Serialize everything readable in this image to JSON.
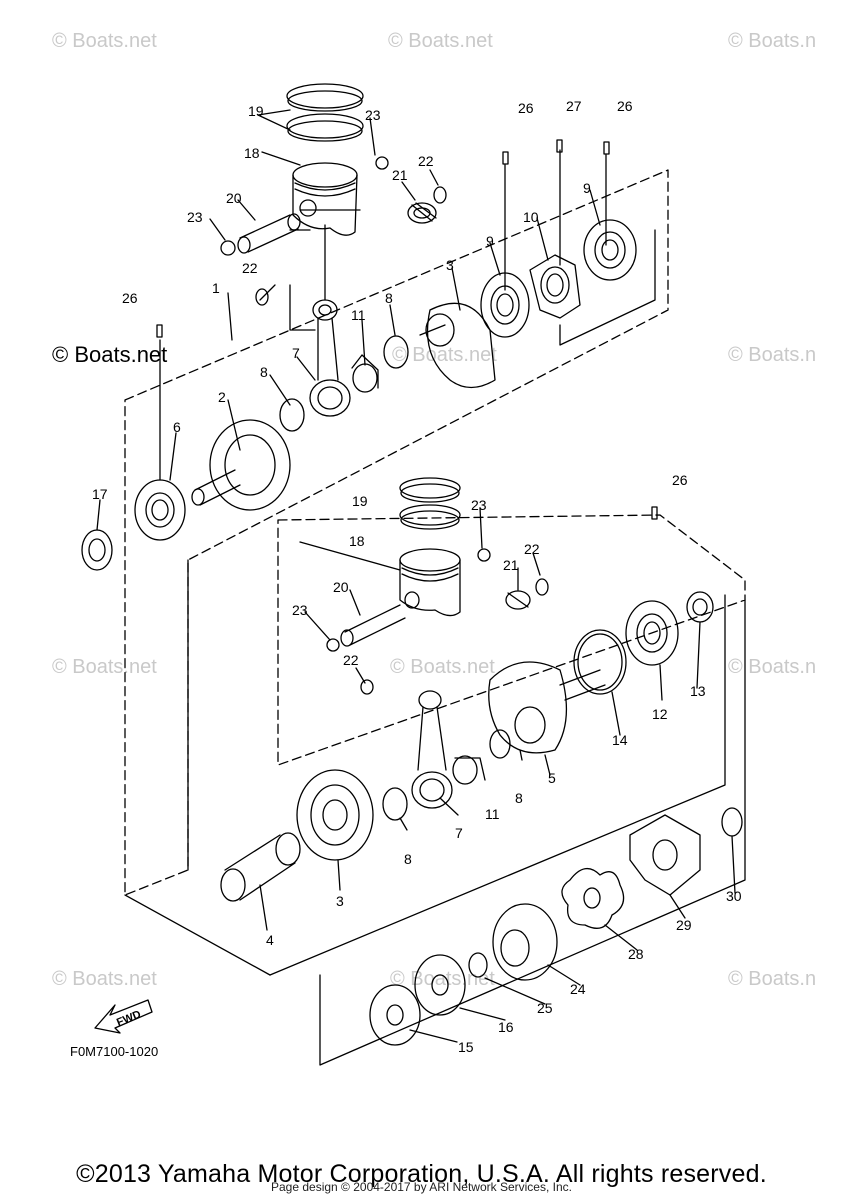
{
  "watermarks": {
    "text": "© Boats.net",
    "text_cut": "© Boats.n",
    "prominent": "© Boats.net"
  },
  "figure_code": "F0M7100-1020",
  "fwd_label": "FWD",
  "copyright": "©2013 Yamaha Motor Corporation, U.S.A. All rights reserved.",
  "page_design": "Page design © 2004-2017 by ARI Network Services, Inc.",
  "callouts": {
    "c1": "1",
    "c2": "2",
    "c3": "3",
    "c4": "4",
    "c5": "5",
    "c6": "6",
    "c7": "7",
    "c8": "8",
    "c9": "9",
    "c10": "10",
    "c11": "11",
    "c12": "12",
    "c13": "13",
    "c14": "14",
    "c15": "15",
    "c16": "16",
    "c17": "17",
    "c18": "18",
    "c19": "19",
    "c20": "20",
    "c21": "21",
    "c22": "22",
    "c23": "23",
    "c24": "24",
    "c25": "25",
    "c26": "26",
    "c27": "27",
    "c28": "28",
    "c29": "29",
    "c30": "30"
  },
  "colors": {
    "line": "#000000",
    "watermark": "#c9c9c9",
    "background": "#ffffff"
  }
}
